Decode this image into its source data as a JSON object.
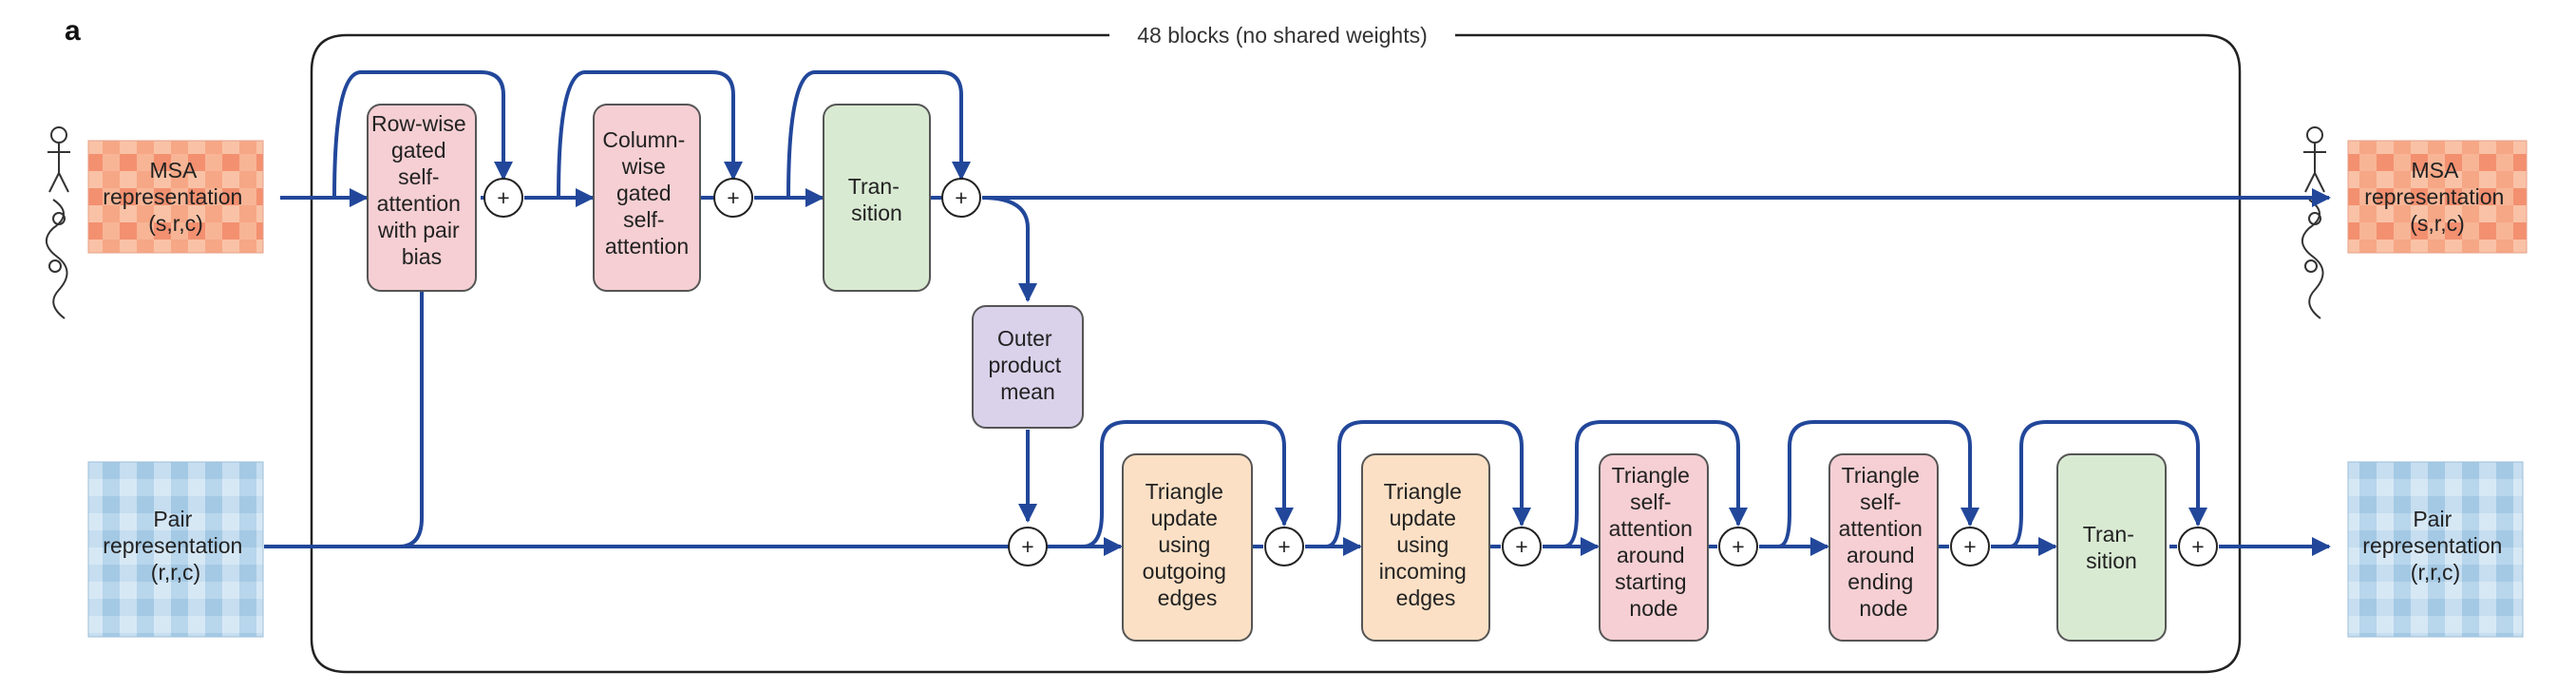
{
  "panel_label": "a",
  "outer_title": "48 blocks (no shared weights)",
  "colors": {
    "arrow": "#22479a",
    "pink_box": "#f5cfd3",
    "green_box": "#d9ead3",
    "orange_box": "#fbe0c5",
    "purple_box": "#d9d2ea",
    "msa_tile": "#f4a07e",
    "pair_tile": "#a9cde6"
  },
  "inputs": {
    "msa": {
      "lines": [
        "MSA",
        "representation",
        "(s,r,c)"
      ]
    },
    "pair": {
      "lines": [
        "Pair",
        "representation",
        "(r,r,c)"
      ]
    }
  },
  "outputs": {
    "msa": {
      "lines": [
        "MSA",
        "representation",
        "(s,r,c)"
      ]
    },
    "pair": {
      "lines": [
        "Pair",
        "representation",
        "(r,r,c)"
      ]
    }
  },
  "msa_track": [
    {
      "lines": [
        "Row-wise",
        "gated",
        "self-",
        "attention",
        "with pair",
        "bias"
      ]
    },
    {
      "lines": [
        "Column-",
        "wise",
        "gated",
        "self-",
        "attention"
      ]
    },
    {
      "lines": [
        "Tran-",
        "sition"
      ]
    }
  ],
  "bridge": {
    "lines": [
      "Outer",
      "product",
      "mean"
    ]
  },
  "pair_track": [
    {
      "lines": [
        "Triangle",
        "update",
        "using",
        "outgoing",
        "edges"
      ]
    },
    {
      "lines": [
        "Triangle",
        "update",
        "using",
        "incoming",
        "edges"
      ]
    },
    {
      "lines": [
        "Triangle",
        "self-",
        "attention",
        "around",
        "starting",
        "node"
      ]
    },
    {
      "lines": [
        "Triangle",
        "self-",
        "attention",
        "around",
        "ending",
        "node"
      ]
    },
    {
      "lines": [
        "Tran-",
        "sition"
      ]
    }
  ],
  "plus_symbol": "+"
}
